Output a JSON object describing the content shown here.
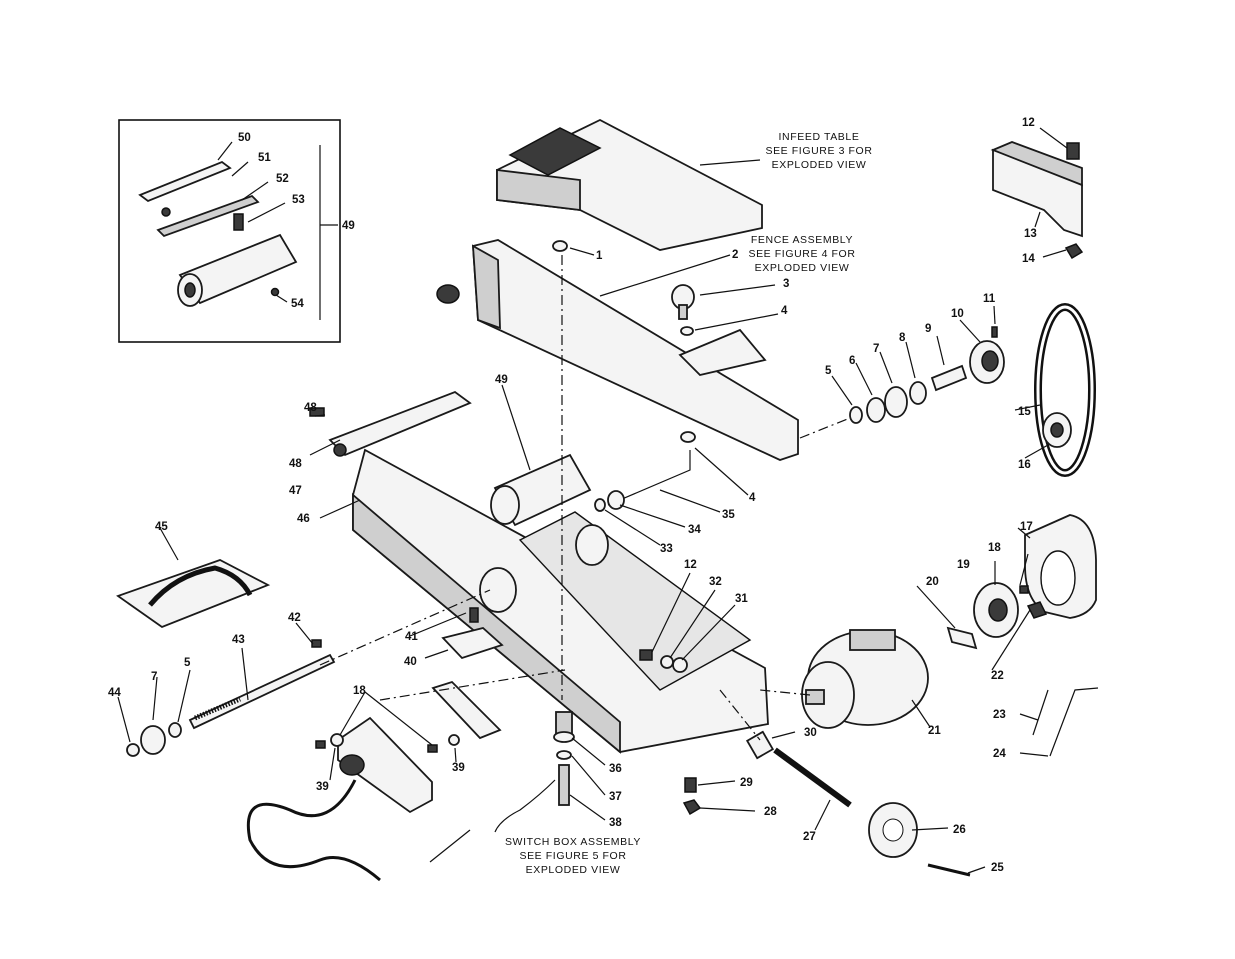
{
  "captions": {
    "infeed": [
      "INFEED TABLE",
      "SEE FIGURE 3 FOR",
      "EXPLODED VIEW"
    ],
    "fence": [
      "FENCE ASSEMBLY",
      "SEE FIGURE 4 FOR",
      "EXPLODED VIEW"
    ],
    "switchbox": [
      "SWITCH BOX ASSEMBLY",
      "SEE FIGURE 5 FOR",
      "EXPLODED VIEW"
    ]
  },
  "part_numbers": {
    "n1": "1",
    "n2": "2",
    "n3": "3",
    "n4a": "4",
    "n4b": "4",
    "n5a": "5",
    "n5b": "5",
    "n6": "6",
    "n7a": "7",
    "n7b": "7",
    "n8": "8",
    "n9": "9",
    "n10": "10",
    "n11": "11",
    "n12a": "12",
    "n12b": "12",
    "n13": "13",
    "n14": "14",
    "n15": "15",
    "n16": "16",
    "n17": "17",
    "n18a": "18",
    "n18b": "18",
    "n19": "19",
    "n20": "20",
    "n21": "21",
    "n22": "22",
    "n23": "23",
    "n24": "24",
    "n25": "25",
    "n26": "26",
    "n27": "27",
    "n28": "28",
    "n29": "29",
    "n30": "30",
    "n31": "31",
    "n32": "32",
    "n33": "33",
    "n34": "34",
    "n35": "35",
    "n36": "36",
    "n37": "37",
    "n38": "38",
    "n39a": "39",
    "n39b": "39",
    "n40": "40",
    "n41": "41",
    "n42": "42",
    "n43": "43",
    "n44": "44",
    "n45": "45",
    "n46": "46",
    "n47": "47",
    "n48": "48",
    "n49a": "49",
    "n49b": "49",
    "n50": "50",
    "n51": "51",
    "n52": "52",
    "n53": "53",
    "n54": "54"
  }
}
